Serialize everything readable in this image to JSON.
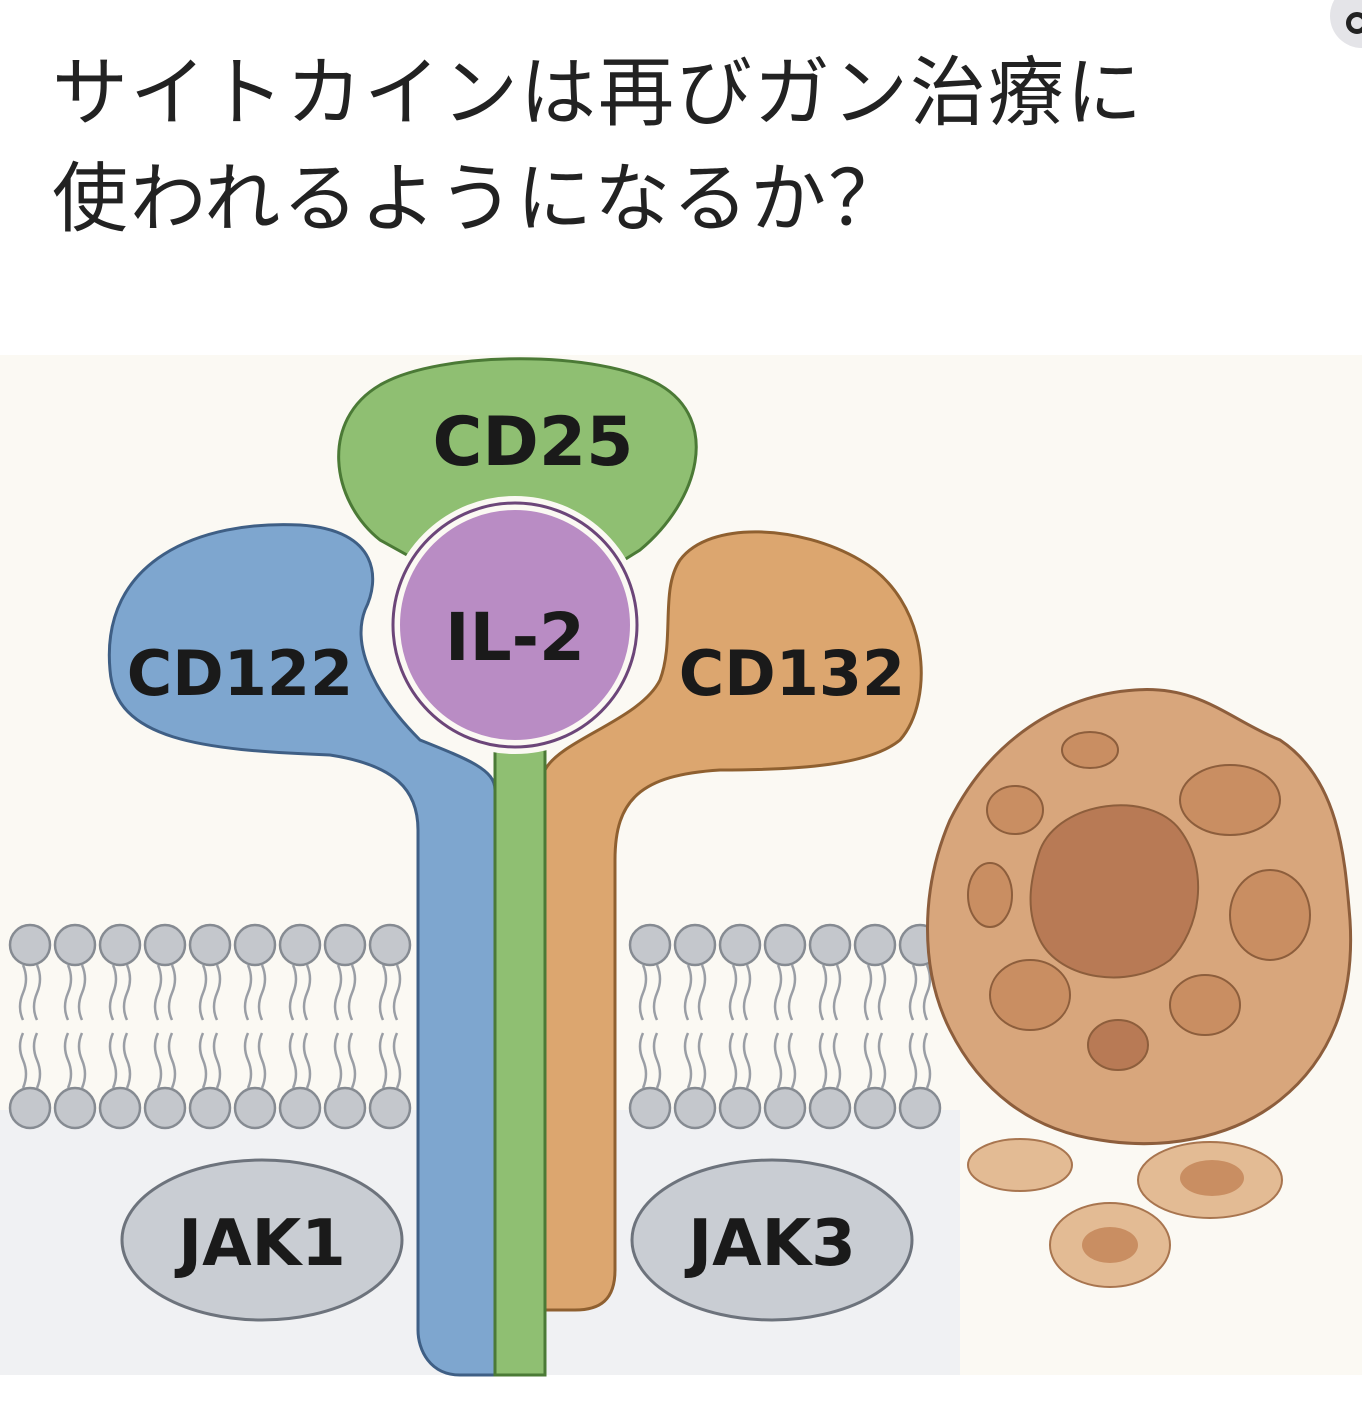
{
  "title": {
    "line1": "サイトカインは再びガン治療に",
    "line2": "使われるようになるか？"
  },
  "diagram": {
    "labels": {
      "cd25": "CD25",
      "il2": "IL-2",
      "cd122": "CD122",
      "cd132": "CD132",
      "jak1": "JAK1",
      "jak3": "JAK3"
    },
    "colors": {
      "cd25": "#8fbf72",
      "il2": "#b98cc4",
      "cd122": "#7ea6cf",
      "cd132": "#dca66f",
      "jak": "#c9cdd3",
      "tumor": "#d8a67c",
      "background": "#fbf9f3"
    }
  },
  "controls": {
    "zoom_icon": "zoom-in-icon"
  }
}
